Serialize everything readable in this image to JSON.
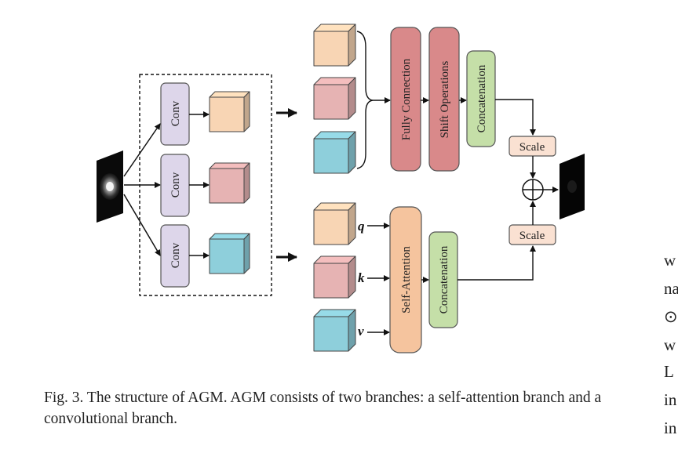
{
  "diagram": {
    "conv_label": "Conv",
    "fully_connection_label": "Fully Connection",
    "shift_operations_label": "Shift Operations",
    "concatenation_label": "Concatenation",
    "self_attention_label": "Self-Attention",
    "scale_label": "Scale",
    "q_label": "q",
    "k_label": "k",
    "v_label": "v",
    "colors": {
      "orange": "#f8d5b4",
      "pink": "#e6b3b3",
      "cyan": "#8ecfdb",
      "conv_fill": "#ddd6ea",
      "fc_fill": "#d9898a",
      "concat_fill": "#c5dfa8",
      "attention_fill": "#f5c49e",
      "scale_fill": "#fae1d2"
    }
  },
  "caption": {
    "text": "Fig. 3.  The structure of AGM. AGM consists of two branches: a self-attention branch and a convolutional branch."
  },
  "side_text": [
    "w",
    "na",
    "⊙",
    "w",
    "L",
    "in",
    "in"
  ]
}
